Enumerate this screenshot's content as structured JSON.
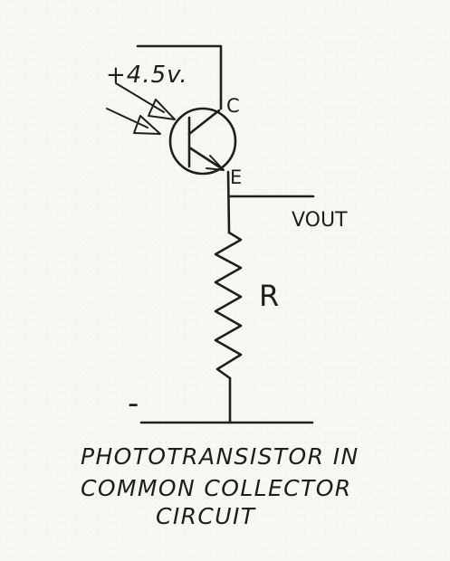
{
  "supply_label": "+4.5v.",
  "collector_label": "C",
  "emitter_label": "E",
  "output_label": "VOUT",
  "resistor_label": "R",
  "ground_label": "-",
  "caption": {
    "line1": "PHOTOTRANSISTOR IN",
    "line2": "COMMON COLLECTOR",
    "line3": "CIRCUIT"
  },
  "icons": {
    "transistor": "phototransistor-icon",
    "light": "light-arrows-icon",
    "resistor": "resistor-icon"
  }
}
